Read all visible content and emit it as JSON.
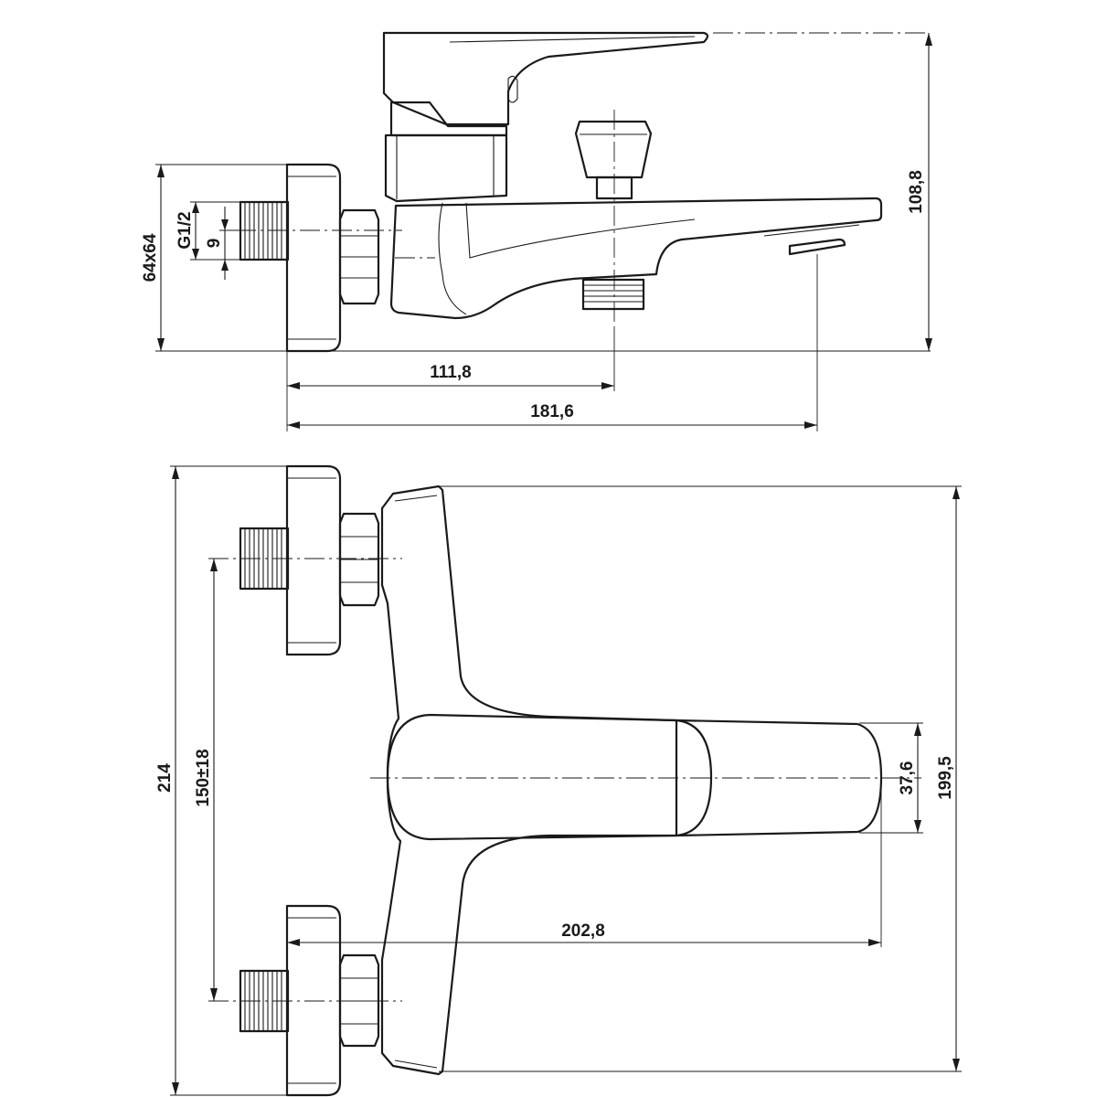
{
  "drawing": {
    "side_view": {
      "dim_width_total": "181,6",
      "dim_width_mid": "111,8",
      "dim_height": "108,8",
      "dim_rosette": "64x64",
      "dim_thread": "G1/2",
      "dim_thread_depth": "9"
    },
    "top_view": {
      "dim_total_height": "214",
      "dim_spacing": "150±18",
      "dim_spout_length": "202,8",
      "dim_spout_width": "37,6",
      "dim_body_height": "199,5"
    }
  }
}
